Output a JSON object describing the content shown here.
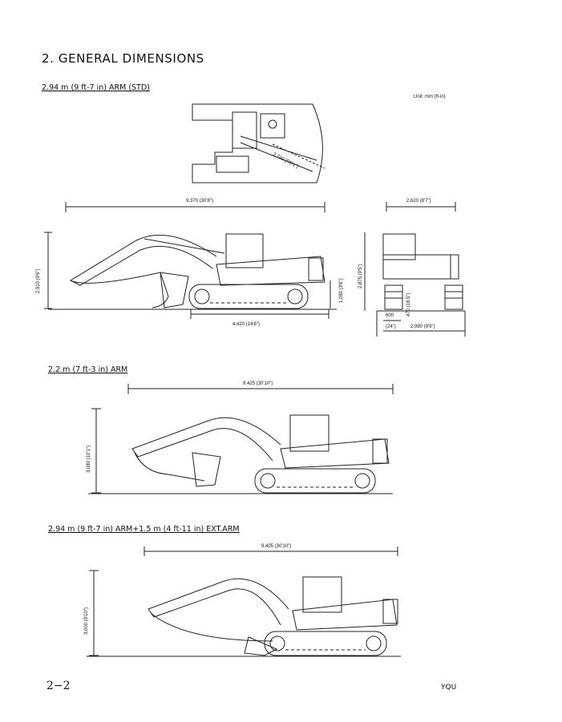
{
  "page": {
    "title": "2.  GENERAL DIMENSIONS",
    "page_number": "2−2",
    "doc_code": "YQU"
  },
  "section1": {
    "title": "2.94 m (9 ft-7 in) ARM (STD)",
    "unit_note": "Unit: mm (ft-in)",
    "dim_tail_swing": "2,760 (R9'1\")",
    "dim_overall_length": "9,370 (30'8\")",
    "dim_overall_height": "2,910 (9'6\")",
    "dim_track_length": "4,420 (14'6\")",
    "dim_ground_clearance": "1,080 (3'6\")",
    "dim_overall_width": "2,620 (8'7\")",
    "dim_cab_height": "2,875 (9'5\")",
    "dim_min_clearance": "470 (18.5\")",
    "dim_shoe_width_mm": "600",
    "dim_shoe_width_in": "(24\")",
    "dim_track_width": "2,990 (9'9\")"
  },
  "section2": {
    "title": "2.2 m (7 ft-3 in) ARM",
    "dim_overall_length": "9,425 (30'10\")",
    "dim_overall_height": "3,080 (10'1\")"
  },
  "section3": {
    "title": "2.94 m (9 ft-7 in) ARM+1.5 m (4 ft-11 in) EXT.ARM",
    "dim_overall_length": "9,405 (30'10\")",
    "dim_overall_height": "3,000 (9'10\")"
  }
}
